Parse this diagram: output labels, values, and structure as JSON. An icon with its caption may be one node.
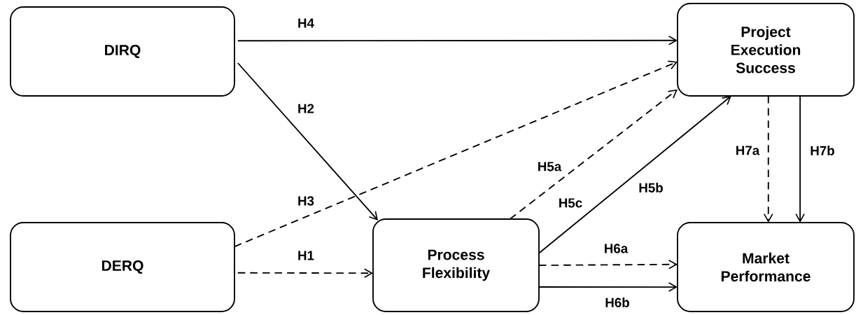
{
  "diagram": {
    "nodes": [
      {
        "text": [
          "DIRQ"
        ]
      },
      {
        "text": [
          "DERQ"
        ]
      },
      {
        "text": [
          "Process Flexibility"
        ]
      },
      {
        "text": [
          "Project Execution Success"
        ]
      },
      {
        "text": [
          "Market Performance"
        ]
      }
    ],
    "edges": [
      {
        "from": 0,
        "to": 3,
        "arrow": "to",
        "label": "H4"
      },
      {
        "from": 0,
        "to": 2,
        "arrow": "to",
        "label": "H2"
      },
      {
        "from": 1,
        "to": 3,
        "arrow": "to",
        "label": "H3",
        "style": "dashed"
      },
      {
        "from": 1,
        "to": 2,
        "arrow": "to",
        "label": "H1",
        "style": "dashed"
      },
      {
        "from": 2,
        "to": 3,
        "arrow": "to",
        "label": "H5a",
        "style": "dashed"
      },
      {
        "from": 2,
        "to": 3,
        "arrow": "to",
        "label": "H5b"
      },
      {
        "from": 2,
        "to": 4,
        "arrow": "to",
        "label": "H6a",
        "style": "dashed"
      },
      {
        "from": 2,
        "to": 4,
        "arrow": "to",
        "label": "H6b"
      },
      {
        "from": 3,
        "to": 4,
        "arrow": "to",
        "label": "H7a",
        "style": "dashed"
      },
      {
        "from": 3,
        "to": 4,
        "arrow": "to",
        "label": "H7b"
      }
    ],
    "labels": [
      "H5c"
    ]
  }
}
